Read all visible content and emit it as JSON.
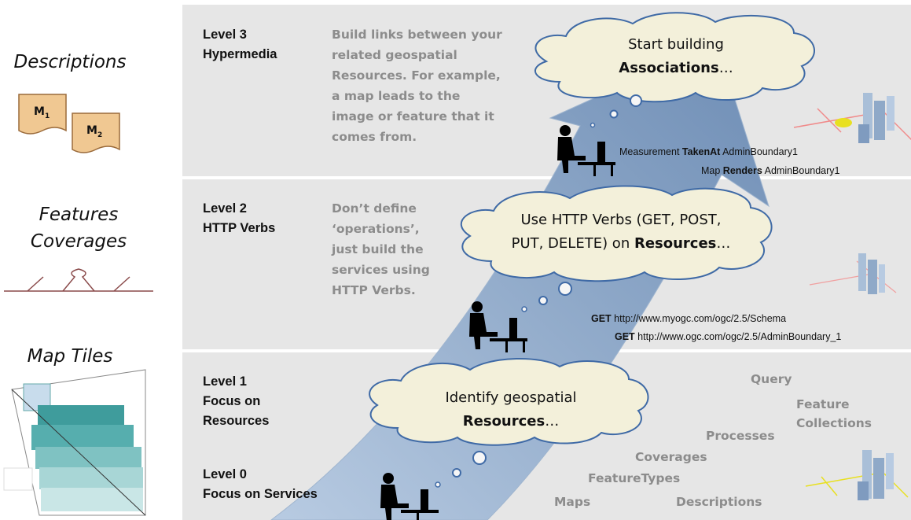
{
  "sidebar": {
    "descriptions": {
      "title": "Descriptions",
      "doc1": "M",
      "doc1_sub": "1",
      "doc2": "M",
      "doc2_sub": "2"
    },
    "features": {
      "title_line1": "Features",
      "title_line2": "Coverages"
    },
    "tiles": {
      "title": "Map Tiles"
    }
  },
  "levels": {
    "level3": {
      "label_line1": "Level 3",
      "label_line2": "Hypermedia",
      "desc": [
        "Build links between your",
        "related geospatial",
        "Resources. For example,",
        "a map leads to the",
        "image or feature that it",
        "comes from."
      ],
      "cloud_line1": "Start building",
      "cloud_line2": "Associations",
      "cloud_ellipsis": "…",
      "ex1_a": "Measurement ",
      "ex1_b": "TakenAt",
      "ex1_c": " AdminBoundary1",
      "ex2_a": "Map ",
      "ex2_b": "Renders",
      "ex2_c": " AdminBoundary1"
    },
    "level2": {
      "label_line1": "Level 2",
      "label_line2": "HTTP Verbs",
      "desc": [
        "Don’t define",
        "‘operations’,",
        "just build the",
        "services using",
        "HTTP Verbs."
      ],
      "cloud_line1": "Use HTTP Verbs (GET, POST,",
      "cloud_line2": "PUT, DELETE) on ",
      "cloud_bold": "Resources",
      "cloud_ellipsis": "…",
      "ex1_a": "GET",
      "ex1_b": " http://www.myogc.com/ogc/2.5/Schema",
      "ex2_a": "GET",
      "ex2_b": " http://www.ogc.com/ogc/2.5/AdminBoundary_1"
    },
    "level1": {
      "label_line1": "Level 1",
      "label_line2": "Focus on",
      "label_line3": "Resources",
      "cloud_line1": "Identify geospatial",
      "cloud_line2": "Resources",
      "cloud_ellipsis": "…"
    },
    "level0": {
      "label_line1": "Level 0",
      "label_line2": "Focus on Services"
    }
  },
  "resources": {
    "query": "Query",
    "feature_collections_1": "Feature",
    "feature_collections_2": "Collections",
    "processes": "Processes",
    "coverages": "Coverages",
    "featuretypes": "FeatureTypes",
    "maps": "Maps",
    "descriptions": "Descriptions"
  },
  "colors": {
    "panel": "#e6e6e6",
    "separator": "#c8c8c8",
    "arrow": "#8aa4c4",
    "cloud_fill": "#f3f0da",
    "cloud_stroke": "#3f6aa6",
    "doc_fill": "#f0c892",
    "tile_fill": "#4aa8a8",
    "route_pink": "#f08a8a",
    "route_yellow": "#e8e020"
  }
}
